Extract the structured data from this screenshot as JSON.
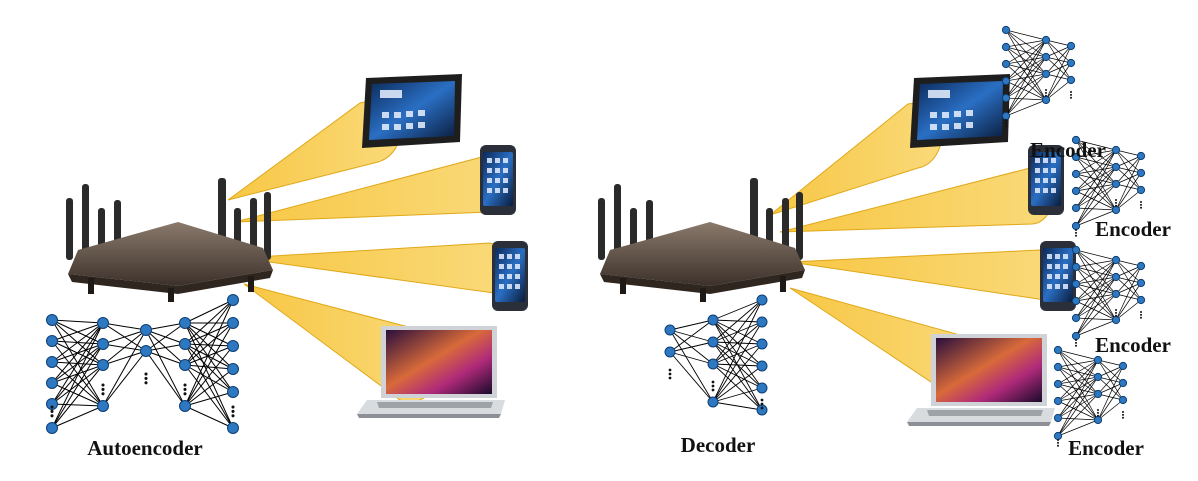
{
  "left_panel": {
    "label": "Autoencoder",
    "router_icon": "router-icon",
    "devices": [
      "tablet-icon",
      "phone-icon",
      "phone-icon",
      "laptop-icon"
    ]
  },
  "right_panel": {
    "decoder_label": "Decoder",
    "encoder_labels": [
      "Encoder",
      "Encoder",
      "Encoder",
      "Encoder"
    ],
    "router_icon": "router-icon",
    "devices": [
      "tablet-icon",
      "phone-icon",
      "phone-icon",
      "laptop-icon"
    ]
  },
  "colors": {
    "beam": "#f7c43a",
    "node": "#2d78c0",
    "node_stroke": "#0d3f73",
    "router_body": "#5a4a3e",
    "edge": "#000000"
  }
}
